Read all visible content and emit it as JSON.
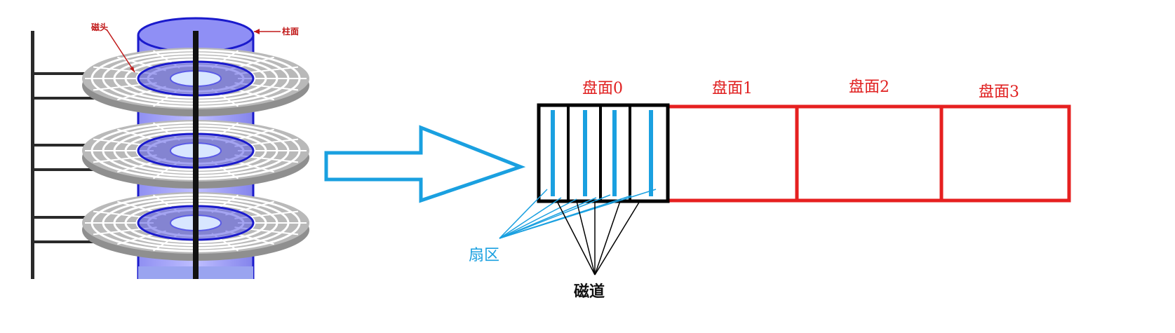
{
  "diagram": {
    "disk_labels": {
      "head": "磁头",
      "cylinder": "柱面"
    },
    "surfaces": [
      "盘面0",
      "盘面1",
      "盘面2",
      "盘面3"
    ],
    "sector_label": "扇区",
    "track_label": "磁道",
    "colors": {
      "red": "#e62020",
      "blue": "#1aa0e0",
      "black": "#000000",
      "platter_gray": "#b9b9b9",
      "cylinder_blue": "#3333cc"
    }
  }
}
